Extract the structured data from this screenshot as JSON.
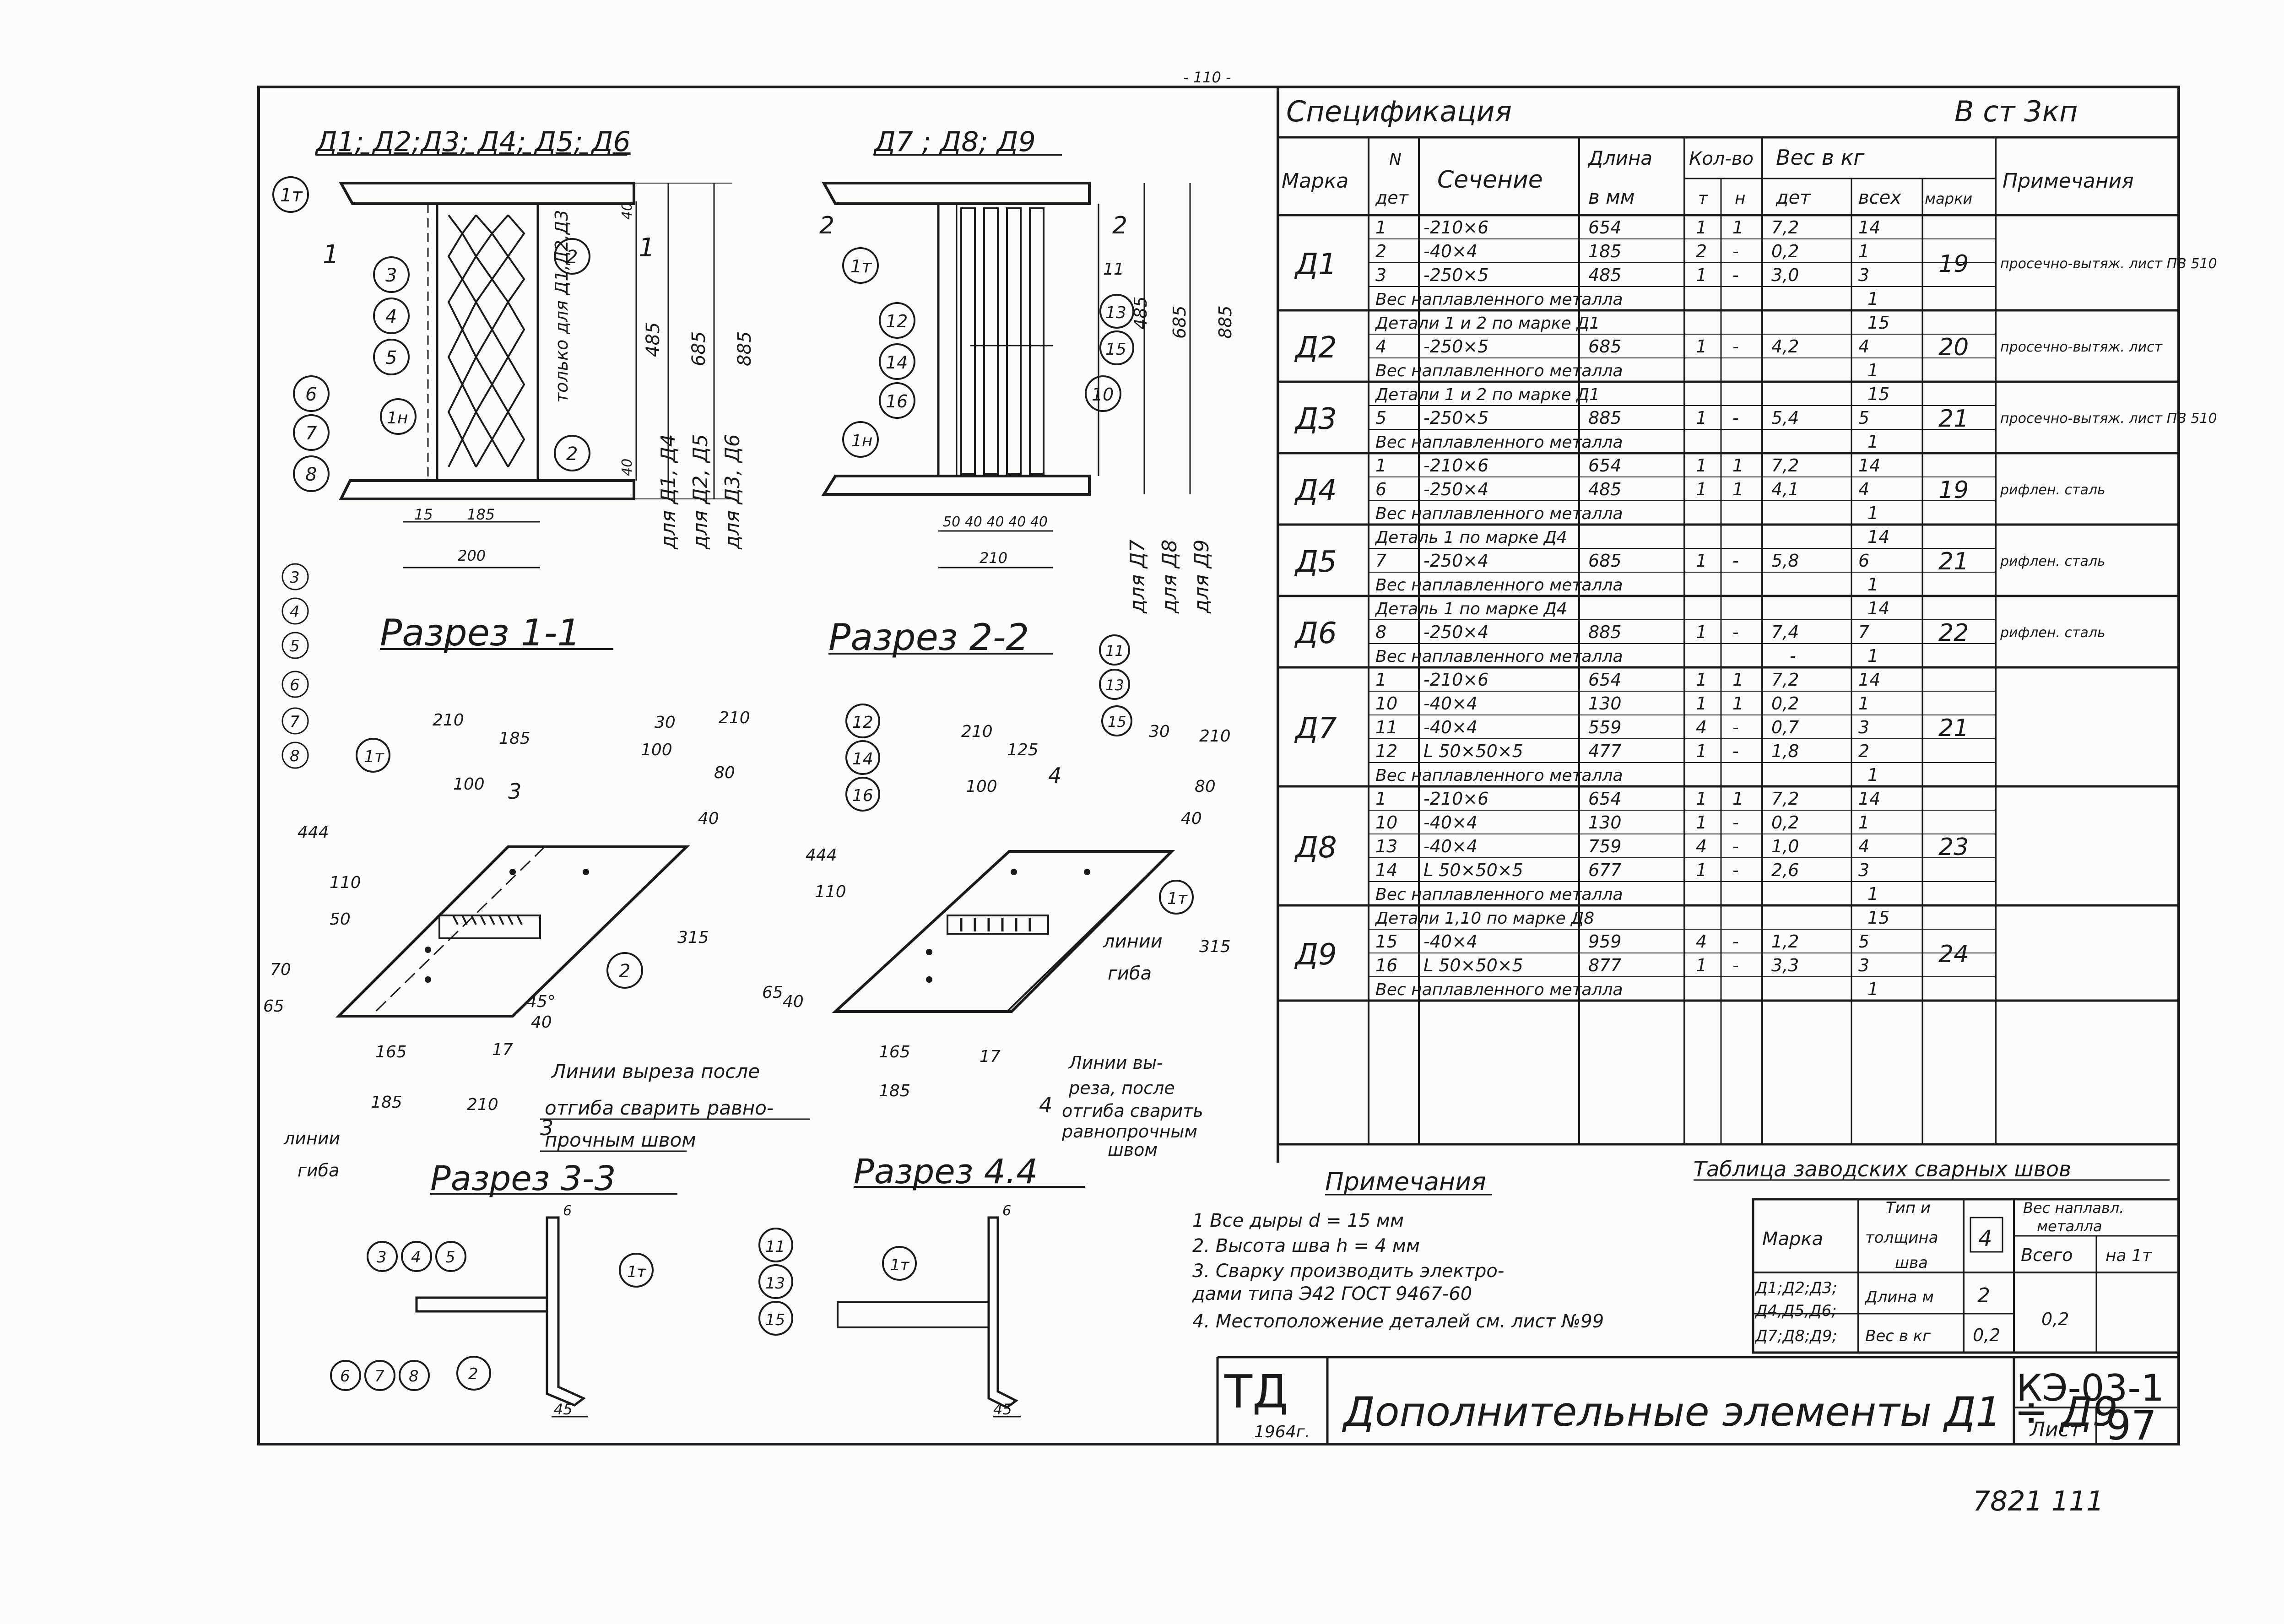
{
  "page_number_top": "- 110 -",
  "views": {
    "top_left_title": "Д1; Д2;Д3; Д4; Д5; Д6",
    "top_mid_title": "Д7 ; Д8; Д9",
    "left_dims": {
      "w15": "15",
      "w185": "185",
      "w200": "200",
      "v40a": "40",
      "v40b": "40",
      "h485": "485",
      "h685": "685",
      "h885": "885",
      "only_note": "только для Д1,Д2,Д3"
    },
    "left_for": [
      "для Д1, Д4",
      "для Д2, Д5",
      "для Д3, Д6"
    ],
    "mid_dims": {
      "gaps": "50 40 40 40 40",
      "w210": "210",
      "h485": "485",
      "h685": "685",
      "h885": "885"
    },
    "mid_for": [
      "для Д7",
      "для Д8",
      "для Д9"
    ],
    "left_marks": [
      "1т",
      "1н",
      "3",
      "4",
      "5",
      "6",
      "7",
      "8",
      "2"
    ],
    "mid_marks": [
      "1т",
      "1н",
      "12",
      "14",
      "16",
      "13",
      "15",
      "10",
      "11"
    ],
    "cut_labels": {
      "c1": "1",
      "c2": "2"
    }
  },
  "sections": {
    "s11": "Разрез 1-1",
    "s22": "Разрез 2-2",
    "s33": "Разрез 3-3",
    "s44": "Разрез 4.4",
    "s11_stack": [
      "3",
      "4",
      "5",
      "6",
      "7",
      "8"
    ],
    "s22_stack": [
      "12",
      "14",
      "16"
    ],
    "s22_stack_r": [
      "11",
      "13",
      "15"
    ],
    "iso1_dims": [
      "210",
      "185",
      "100",
      "444",
      "50",
      "110",
      "70",
      "65",
      "165",
      "185",
      "210",
      "17",
      "45°",
      "40",
      "315",
      "30",
      "100",
      "210",
      "80",
      "40"
    ],
    "iso2_dims": [
      "210",
      "125",
      "100",
      "444",
      "110",
      "65",
      "40",
      "185",
      "165",
      "17",
      "315",
      "30",
      "210",
      "80",
      "40"
    ],
    "cut3": "3",
    "cut4": "4",
    "note_left_1": "Линии выреза после",
    "note_left_2": "отгиба сварить равно-",
    "note_left_3": "прочным швом",
    "note_mid": [
      "Линии вы-",
      "реза, после",
      "отгиба сварить",
      "равнопрочным",
      "швом"
    ],
    "gib": [
      "линии",
      "гиба"
    ],
    "cut_off_left": [
      "линии",
      "гиба"
    ],
    "s33_marks": [
      "3",
      "4",
      "5",
      "1т",
      "6",
      "7",
      "8",
      "2"
    ],
    "s44_marks": [
      "11",
      "13",
      "15",
      "1т"
    ],
    "dim6": "6",
    "dim45": "45"
  },
  "spec": {
    "title": "Спецификация",
    "steel": "В ст 3кп",
    "headers": {
      "mark": "Марка",
      "det_no_1": "N",
      "det_no_2": "дет",
      "section": "Сечение",
      "length_1": "Длина",
      "length_2": "в мм",
      "qty": "Кол-во",
      "qty_t": "т",
      "qty_n": "н",
      "weight": "Вес в кг",
      "w_det": "дет",
      "w_all": "всех",
      "w_mark": "марки",
      "note": "Примечания"
    },
    "groups": [
      {
        "mark": "Д1",
        "total": "19",
        "note": "просечно-вытяж. лист ПВ 510",
        "rows": [
          [
            "1",
            "-210×6",
            "654",
            "1",
            "1",
            "7,2",
            "14"
          ],
          [
            "2",
            "-40×4",
            "185",
            "2",
            "-",
            "0,2",
            "1"
          ],
          [
            "3",
            "-250×5",
            "485",
            "1",
            "-",
            "3,0",
            "3"
          ],
          [
            "Вес наплавленного металла",
            "1"
          ]
        ]
      },
      {
        "mark": "Д2",
        "total": "20",
        "note": "просечно-вытяж. лист",
        "rows": [
          [
            "Детали 1 и 2 по марке Д1",
            "15"
          ],
          [
            "4",
            "-250×5",
            "685",
            "1",
            "-",
            "4,2",
            "4"
          ],
          [
            "Вес наплавленного металла",
            "1"
          ]
        ]
      },
      {
        "mark": "Д3",
        "total": "21",
        "note": "просечно-вытяж. лист ПВ 510",
        "rows": [
          [
            "Детали 1 и 2 по марке Д1",
            "15"
          ],
          [
            "5",
            "-250×5",
            "885",
            "1",
            "-",
            "5,4",
            "5"
          ],
          [
            "Вес наплавленного металла",
            "1"
          ]
        ]
      },
      {
        "mark": "Д4",
        "total": "19",
        "note": "рифлен. сталь",
        "rows": [
          [
            "1",
            "-210×6",
            "654",
            "1",
            "1",
            "7,2",
            "14"
          ],
          [
            "6",
            "-250×4",
            "485",
            "1",
            "1",
            "4,1",
            "4"
          ],
          [
            "Вес наплавленного металла",
            "1"
          ]
        ]
      },
      {
        "mark": "Д5",
        "total": "21",
        "note": "рифлен. сталь",
        "rows": [
          [
            "Деталь 1 по марке Д4",
            "14"
          ],
          [
            "7",
            "-250×4",
            "685",
            "1",
            "-",
            "5,8",
            "6"
          ],
          [
            "Вес наплавленного металла",
            "1"
          ]
        ]
      },
      {
        "mark": "Д6",
        "total": "22",
        "note": "рифлен. сталь",
        "rows": [
          [
            "Деталь 1 по марке Д4",
            "14"
          ],
          [
            "8",
            "-250×4",
            "885",
            "1",
            "-",
            "7,4",
            "7"
          ],
          [
            "Вес наплавленного металла",
            "-",
            "1"
          ]
        ]
      },
      {
        "mark": "Д7",
        "total": "21",
        "note": "",
        "rows": [
          [
            "1",
            "-210×6",
            "654",
            "1",
            "1",
            "7,2",
            "14"
          ],
          [
            "10",
            "-40×4",
            "130",
            "1",
            "1",
            "0,2",
            "1"
          ],
          [
            "11",
            "-40×4",
            "559",
            "4",
            "-",
            "0,7",
            "3"
          ],
          [
            "12",
            "L 50×50×5",
            "477",
            "1",
            "-",
            "1,8",
            "2"
          ],
          [
            "Вес наплавленного металла",
            "1"
          ]
        ]
      },
      {
        "mark": "Д8",
        "total": "23",
        "note": "",
        "rows": [
          [
            "1",
            "-210×6",
            "654",
            "1",
            "1",
            "7,2",
            "14"
          ],
          [
            "10",
            "-40×4",
            "130",
            "1",
            "-",
            "0,2",
            "1"
          ],
          [
            "13",
            "-40×4",
            "759",
            "4",
            "-",
            "1,0",
            "4"
          ],
          [
            "14",
            "L 50×50×5",
            "677",
            "1",
            "-",
            "2,6",
            "3"
          ],
          [
            "Вес наплавленного металла",
            "1"
          ]
        ]
      },
      {
        "mark": "Д9",
        "total": "24",
        "note": "",
        "rows": [
          [
            "Детали 1,10 по марке Д8",
            "15"
          ],
          [
            "15",
            "-40×4",
            "959",
            "4",
            "-",
            "1,2",
            "5"
          ],
          [
            "16",
            "L 50×50×5",
            "877",
            "1",
            "-",
            "3,3",
            "3"
          ],
          [
            "Вес наплавленного металла",
            "1"
          ]
        ]
      }
    ]
  },
  "notes": {
    "title": "Примечания",
    "items": [
      "1  Все дыры d = 15 мм",
      "2. Высота шва h = 4 мм",
      "3. Сварку производить электро-",
      "    дами типа Э42 ГОСТ 9467-60",
      "4. Местоположение деталей см. лист №99"
    ]
  },
  "weld_table": {
    "title": "Таблица заводских сварных швов",
    "mark": "Марка",
    "type_1": "Тип и",
    "type_2": "толщина",
    "type_3": "шва",
    "type_val": "4",
    "deposited_1": "Вес наплавл.",
    "deposited_2": "металла",
    "total": "Всего",
    "per_t": "на 1т",
    "marks_1": "Д1;Д2;Д3;",
    "marks_2": "Д4,Д5,Д6;",
    "marks_3": "Д7;Д8;Д9;",
    "len_label": "Длина м",
    "len_val": "2",
    "wt_label": "Вес в кг",
    "wt_val": "0,2",
    "total_val": "0,2"
  },
  "title_block": {
    "org": "ТД",
    "year": "1964г.",
    "name": "Дополнительные элементы Д1 ÷ Д9",
    "series": "КЭ-03-1",
    "sheet_label": "Лист",
    "sheet": "97",
    "footer": "7821   111"
  }
}
